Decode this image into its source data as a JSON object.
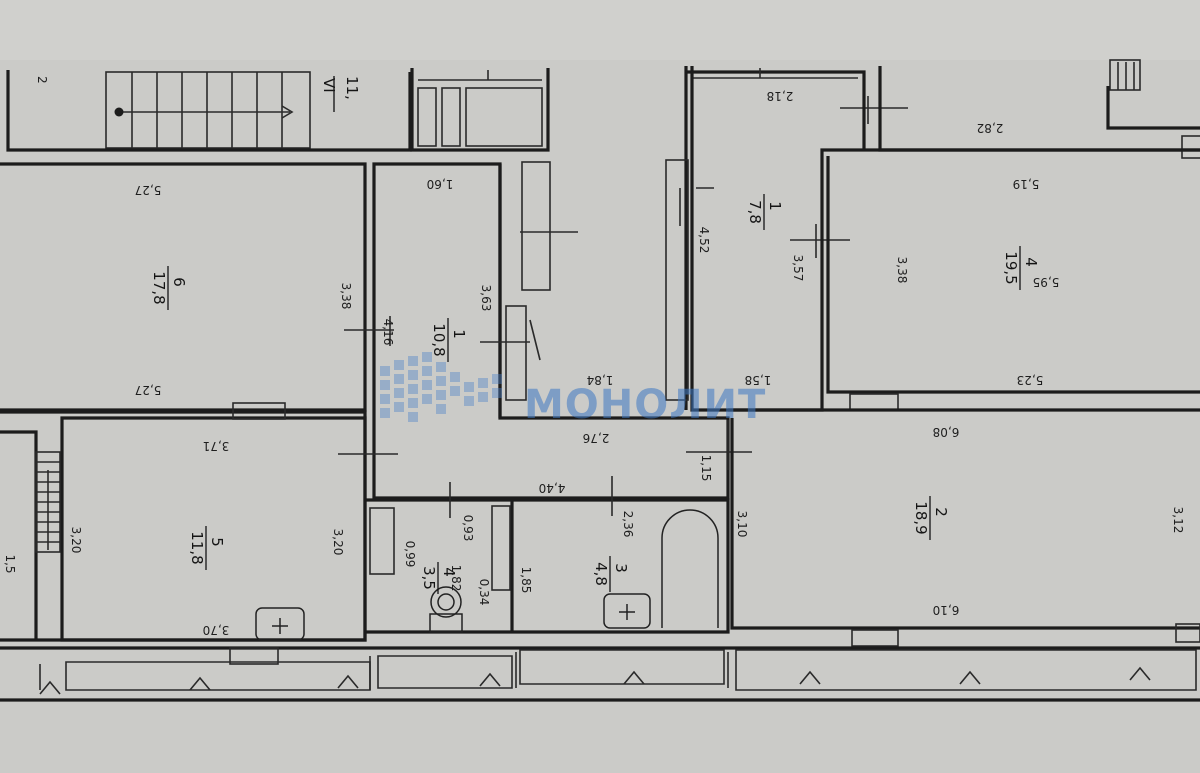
{
  "plan": {
    "header_marks": {
      "mark_2": "2",
      "mark_vi": "VI",
      "mark_11": "11,"
    },
    "rooms": [
      {
        "id": "room-6",
        "number": "6",
        "area": "17,8"
      },
      {
        "id": "room-1-left",
        "number": "1",
        "area": "10,8"
      },
      {
        "id": "room-5",
        "number": "5",
        "area": "11,8"
      },
      {
        "id": "room-4-small",
        "number": "4",
        "area": "3,5"
      },
      {
        "id": "room-3",
        "number": "3",
        "area": "4,8"
      },
      {
        "id": "room-1-right",
        "number": "1",
        "area": "7,8"
      },
      {
        "id": "room-4-right",
        "number": "4",
        "area": "19,5"
      },
      {
        "id": "room-2",
        "number": "2",
        "area": "18,9"
      }
    ],
    "dimensions": {
      "d_5_27_top": "5,27",
      "d_3_38_left": "3,38",
      "d_4_16": "4,16",
      "d_5_27_bottom": "5,27",
      "d_1_60": "1,60",
      "d_3_63": "3,63",
      "d_1_84": "1,84",
      "d_2_76": "2,76",
      "d_1_15": "1,15",
      "d_4_40": "4,40",
      "d_3_71": "3,71",
      "d_3_20_left": "3,20",
      "d_3_20_right": "3,20",
      "d_3_70": "3,70",
      "d_0_99": "0,99",
      "d_0_93": "0,93",
      "d_0_34": "0,34",
      "d_1_85": "1,85",
      "d_1_82": "1,82",
      "d_2_36": "2,36",
      "d_3_10": "3,10",
      "d_2_18": "2,18",
      "d_4_52": "4,52",
      "d_3_57": "3,57",
      "d_1_58": "1,58",
      "d_2_82": "2,82",
      "d_5_19": "5,19",
      "d_3_38_right": "3,38",
      "d_5_95": "5,95",
      "d_5_23": "5,23",
      "d_6_08": "6,08",
      "d_3_12": "3,12",
      "d_6_10": "6,10",
      "d_edge": "1,5"
    },
    "watermark": {
      "text": "МОНОЛИТ",
      "color": "#3f79c3"
    }
  }
}
